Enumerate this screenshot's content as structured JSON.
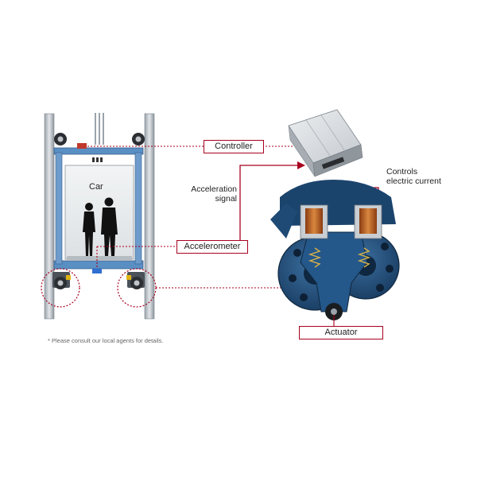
{
  "labels": {
    "controller": "Controller",
    "accelerometer": "Accelerometer",
    "actuator": "Actuator",
    "car": "Car",
    "acceleration_signal_line1": "Acceleration",
    "acceleration_signal_line2": "signal",
    "controls_current_line1": "Controls",
    "controls_current_line2": "electric current"
  },
  "footnote": "* Please consult our local agents for details.",
  "colors": {
    "accent_red": "#a8001f",
    "actuator_blue": "#1f4f7e",
    "shaft_gray": "#c9ced3",
    "car_panel": "#e9ecee"
  }
}
